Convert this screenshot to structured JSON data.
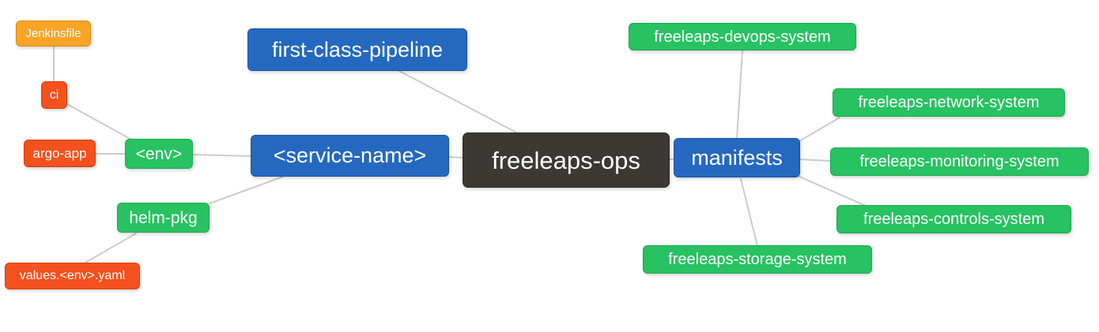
{
  "diagram": {
    "type": "mindmap",
    "colors": {
      "root_node": "#3c3935",
      "primary_node": "#2568c0",
      "secondary_node": "#27c261",
      "leaf_node_red": "#f4511e",
      "leaf_node_orange": "#f9a426",
      "edge": "#cbcbcb",
      "node_text": "#ffffff",
      "background": "#ffffff"
    },
    "nodes": {
      "root": {
        "label": "freeleaps-ops"
      },
      "first_class_pipeline": {
        "label": "first-class-pipeline"
      },
      "service_name": {
        "label": "<service-name>"
      },
      "manifests": {
        "label": "manifests"
      },
      "env": {
        "label": "<env>"
      },
      "helm_pkg": {
        "label": "helm-pkg"
      },
      "ci": {
        "label": "ci"
      },
      "argo_app": {
        "label": "argo-app"
      },
      "jenkinsfile": {
        "label": "Jenkinsfile"
      },
      "values_env_yaml": {
        "label": "values.<env>.yaml"
      },
      "devops_system": {
        "label": "freeleaps-devops-system"
      },
      "network_system": {
        "label": "freeleaps-network-system"
      },
      "monitoring_system": {
        "label": "freeleaps-monitoring-system"
      },
      "controls_system": {
        "label": "freeleaps-controls-system"
      },
      "storage_system": {
        "label": "freeleaps-storage-system"
      }
    },
    "edges": [
      {
        "from": "freeleaps-ops",
        "to": "first-class-pipeline"
      },
      {
        "from": "freeleaps-ops",
        "to": "<service-name>"
      },
      {
        "from": "freeleaps-ops",
        "to": "manifests"
      },
      {
        "from": "<service-name>",
        "to": "<env>"
      },
      {
        "from": "<service-name>",
        "to": "helm-pkg"
      },
      {
        "from": "<env>",
        "to": "argo-app"
      },
      {
        "from": "<env>",
        "to": "ci"
      },
      {
        "from": "ci",
        "to": "Jenkinsfile"
      },
      {
        "from": "helm-pkg",
        "to": "values.<env>.yaml"
      },
      {
        "from": "manifests",
        "to": "freeleaps-devops-system"
      },
      {
        "from": "manifests",
        "to": "freeleaps-network-system"
      },
      {
        "from": "manifests",
        "to": "freeleaps-monitoring-system"
      },
      {
        "from": "manifests",
        "to": "freeleaps-controls-system"
      },
      {
        "from": "manifests",
        "to": "freeleaps-storage-system"
      }
    ]
  }
}
